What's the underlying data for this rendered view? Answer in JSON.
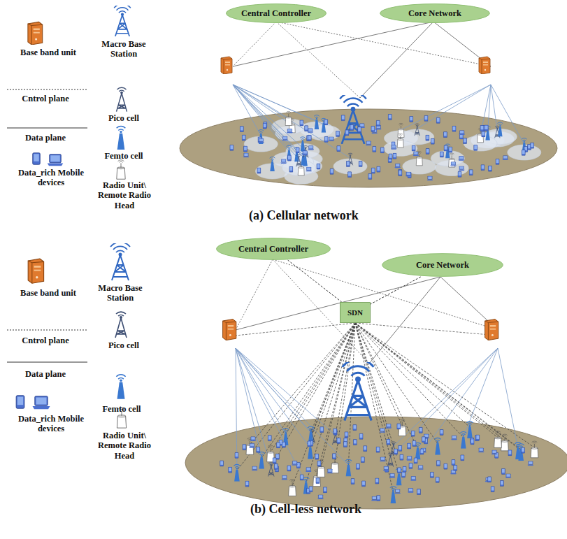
{
  "diagram": {
    "nodes": [
      {
        "text": [
          "Central Controller"
        ]
      },
      {
        "text": [
          "Core Network"
        ]
      },
      {
        "text": [
          "Central Controller"
        ]
      },
      {
        "text": [
          "Core Network"
        ]
      },
      {
        "text": [
          "SDN"
        ]
      }
    ],
    "edges": [
      {
        "from": 2,
        "to": 4,
        "arrow": "none"
      },
      {
        "from": 3,
        "to": 4,
        "arrow": "none"
      }
    ],
    "labels": [
      "(a) Cellular network",
      "(b) Cell-less network"
    ],
    "legend": [
      {
        "text": "Base band unit"
      },
      {
        "text": "Macro Base Station"
      },
      {
        "text": "Cntrol plane"
      },
      {
        "text": "Pico cell"
      },
      {
        "text": "Data plane"
      },
      {
        "text": "Femto cell"
      },
      {
        "text": "Data_rich Mobile devices"
      },
      {
        "text": "Radio Unit\\ Remote Radio Head"
      },
      {
        "text": "Base band unit"
      },
      {
        "text": "Macro Base Station"
      },
      {
        "text": "Cntrol plane"
      },
      {
        "text": "Pico cell"
      },
      {
        "text": "Data plane"
      },
      {
        "text": "Femto cell"
      },
      {
        "text": "Data_rich Mobile devices"
      },
      {
        "text": "Radio Unit\\ Remote Radio Head"
      }
    ]
  }
}
